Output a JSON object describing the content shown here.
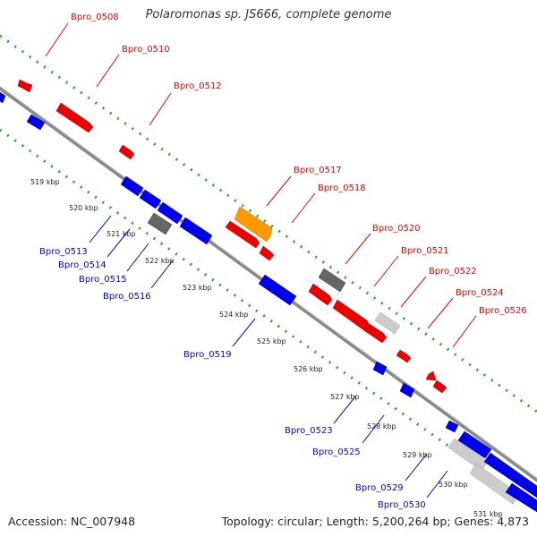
{
  "title": "Polaromonas sp. JS666, complete genome",
  "footer": {
    "accession": "Accession: NC_007948",
    "summary": "Topology: circular; Length: 5,200,264 bp; Genes: 4,873"
  },
  "colors": {
    "forward_gene": "#ee0000",
    "reverse_gene": "#0000ee",
    "rna_gene": "#ff9900",
    "pseudo_gene_dark": "#666666",
    "pseudo_gene_light": "#cccccc",
    "backbone": "#888888",
    "dotted_track": "#22aa22"
  },
  "scale_unit": "kbp",
  "scale_ticks": [
    "519 kbp",
    "520 kbp",
    "521 kbp",
    "522 kbp",
    "523 kbp",
    "524 kbp",
    "525 kbp",
    "526 kbp",
    "527 kbp",
    "528 kbp",
    "529 kbp",
    "530 kbp",
    "531 kbp"
  ],
  "forward_genes": [
    "Bpro_0508",
    "Bpro_0510",
    "Bpro_0512",
    "Bpro_0517",
    "Bpro_0518",
    "Bpro_0520",
    "Bpro_0521",
    "Bpro_0522",
    "Bpro_0524",
    "Bpro_0526"
  ],
  "reverse_genes": [
    "Bpro_0513",
    "Bpro_0514",
    "Bpro_0515",
    "Bpro_0516",
    "Bpro_0519",
    "Bpro_0523",
    "Bpro_0525",
    "Bpro_0529",
    "Bpro_0530"
  ]
}
